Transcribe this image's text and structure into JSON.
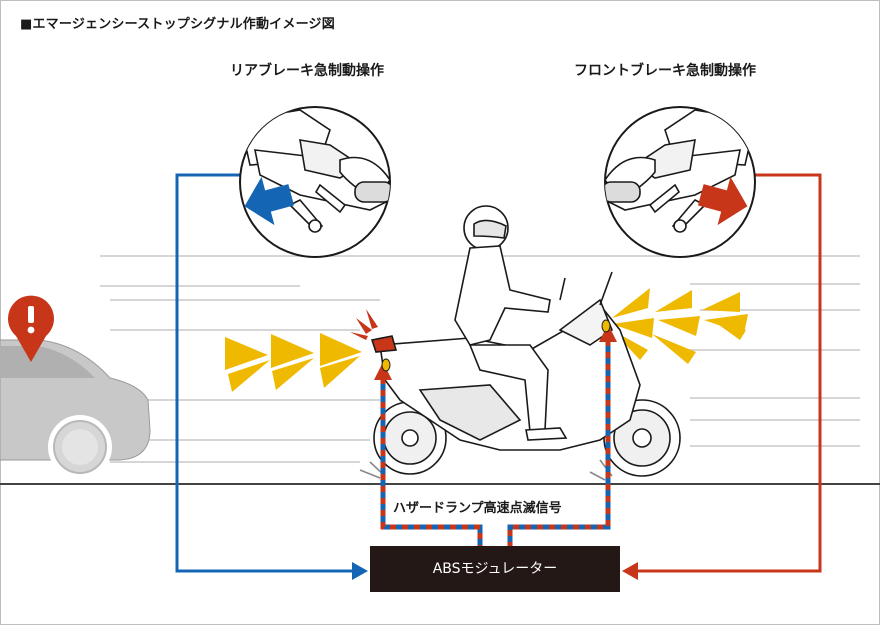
{
  "title": "■エマージェンシーストップシグナル作動イメージ図",
  "rear_brake_label": "リアブレーキ急制動操作",
  "front_brake_label": "フロントブレーキ急制動操作",
  "hazard_signal_label": "ハザードランプ高速点滅信号",
  "abs_modulator_label": "ABSモジュレーター",
  "colors": {
    "rear_signal": "#1565b5",
    "front_signal": "#c8361a",
    "flash": "#efb900",
    "abs_box": "#231815",
    "car": "#c8c8c8",
    "warning": "#c8361a"
  },
  "icons": [
    "warning-pin-icon",
    "blue-arrow-icon",
    "red-arrow-icon",
    "rider-icon",
    "scooter-icon"
  ]
}
